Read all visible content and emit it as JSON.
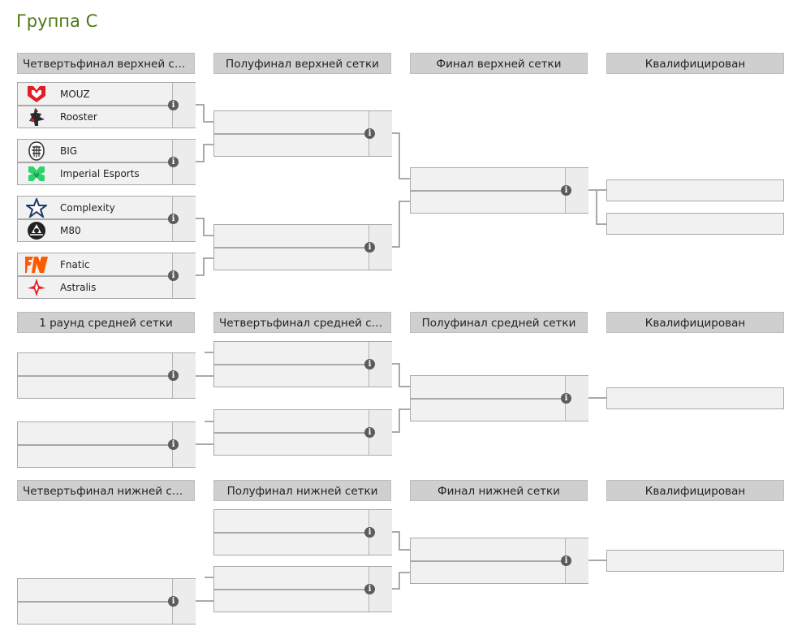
{
  "title": "Группа C",
  "headers": {
    "upper": [
      "Четвертьфинал верхней сетки",
      "Полуфинал верхней сетки",
      "Финал верхней сетки",
      "Квалифицирован"
    ],
    "middle": [
      "1 раунд средней сетки",
      "Четвертьфинал средней сетки",
      "Полуфинал средней сетки",
      "Квалифицирован"
    ],
    "lower": [
      "Четвертьфинал нижней сетки",
      "Полуфинал нижней сетки",
      "Финал нижней сетки",
      "Квалифицирован"
    ]
  },
  "upper_quarterfinals": [
    {
      "team1": {
        "name": "MOUZ",
        "logo": "mouz-logo"
      },
      "team2": {
        "name": "Rooster",
        "logo": "rooster-logo"
      }
    },
    {
      "team1": {
        "name": "BIG",
        "logo": "big-logo"
      },
      "team2": {
        "name": "Imperial Esports",
        "logo": "imperial-logo"
      }
    },
    {
      "team1": {
        "name": "Complexity",
        "logo": "complexity-logo"
      },
      "team2": {
        "name": "M80",
        "logo": "m80-logo"
      }
    },
    {
      "team1": {
        "name": "Fnatic",
        "logo": "fnatic-logo"
      },
      "team2": {
        "name": "Astralis",
        "logo": "astralis-logo"
      }
    }
  ],
  "icons": {
    "info": "info-icon"
  },
  "info_glyph": "i",
  "colors": {
    "title": "#4b7a12",
    "header_bg": "#cfcfcf",
    "match_bg": "#f1f1f1",
    "connector": "#a9a9a9",
    "info_icon": "#5c5c5c"
  }
}
